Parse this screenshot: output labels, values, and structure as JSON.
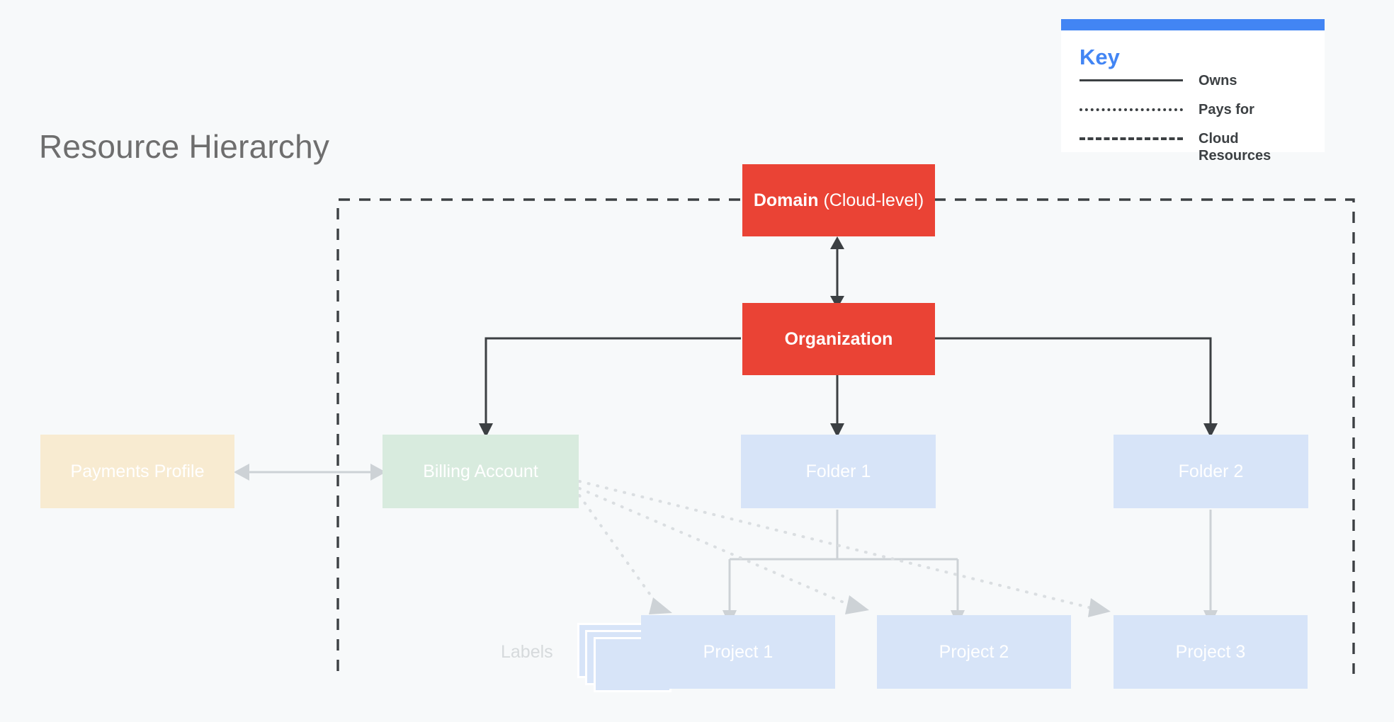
{
  "page": {
    "title": "Resource Hierarchy",
    "background_color": "#F7F9FA"
  },
  "colors": {
    "red": "#EA4335",
    "blue_accent": "#4285F4",
    "green_box": "#D8EBDE",
    "blue_box": "#D7E4F8",
    "cream_box": "#F8EBD1",
    "dark_line": "#3C4043",
    "light_line": "#CFD4D8",
    "title_gray": "#6E6E6E"
  },
  "legend": {
    "title": "Key",
    "rows": [
      {
        "style": "solid",
        "label": "Owns"
      },
      {
        "style": "dotted",
        "label": "Pays for"
      },
      {
        "style": "dashed",
        "label": "Cloud Resources"
      }
    ]
  },
  "nodes": {
    "domain": {
      "bold_text": "Domain",
      "normal_text": " (Cloud-level)"
    },
    "organization": {
      "label": "Organization"
    },
    "payments_profile": {
      "label": "Payments Profile"
    },
    "billing_account": {
      "label": "Billing Account"
    },
    "folder1": {
      "label": "Folder 1"
    },
    "folder2": {
      "label": "Folder 2"
    },
    "project1": {
      "label": "Project 1"
    },
    "project2": {
      "label": "Project 2"
    },
    "project3": {
      "label": "Project 3"
    },
    "labels": {
      "label": "Labels"
    }
  },
  "connections": [
    {
      "from": "domain",
      "to": "organization",
      "type": "owns",
      "bidirectional": true
    },
    {
      "from": "organization",
      "to": "billing_account",
      "type": "owns"
    },
    {
      "from": "organization",
      "to": "folder1",
      "type": "owns"
    },
    {
      "from": "organization",
      "to": "folder2",
      "type": "owns"
    },
    {
      "from": "folder1",
      "to": "project1",
      "type": "owns"
    },
    {
      "from": "folder1",
      "to": "project2",
      "type": "owns"
    },
    {
      "from": "folder2",
      "to": "project3",
      "type": "owns"
    },
    {
      "from": "payments_profile",
      "to": "billing_account",
      "type": "owns",
      "bidirectional": true
    },
    {
      "from": "billing_account",
      "to": "project1",
      "type": "pays-for"
    },
    {
      "from": "billing_account",
      "to": "project2",
      "type": "pays-for"
    },
    {
      "from": "billing_account",
      "to": "project3",
      "type": "pays-for"
    }
  ],
  "cloud_boundary": {
    "label": "Cloud Resources",
    "style": "dashed"
  }
}
